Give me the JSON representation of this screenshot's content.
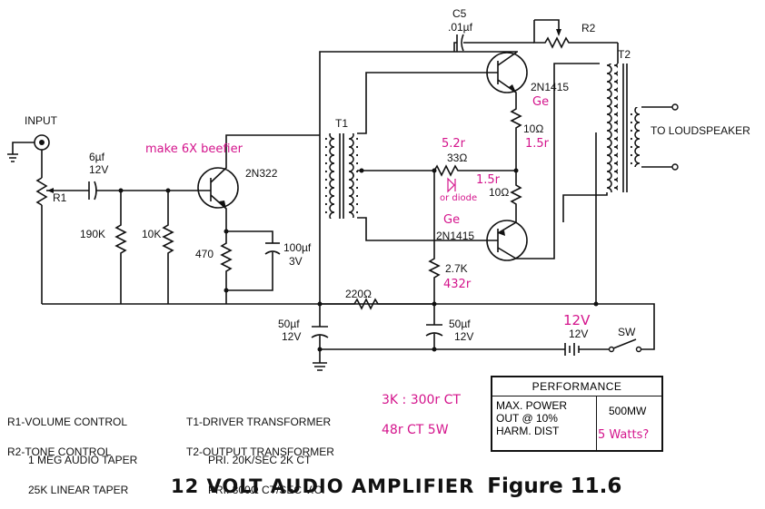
{
  "caption": {
    "title": "12 VOLT AUDIO AMPLIFIER",
    "figure": "Figure 11.6"
  },
  "labels": {
    "input": "INPUT",
    "c5": "C5",
    "c5_value": ".01µf",
    "r2": "R2",
    "t2": "T2",
    "t1": "T1",
    "q_top": "2N1415",
    "q_bottom": "2N1415",
    "q_driver": "2N322",
    "to_loudspeaker": "TO LOUDSPEAKER",
    "cap_in_value": "6µf",
    "cap_in_voltage": "12V",
    "r1": "R1",
    "r_190k": "190K",
    "r_10k": "10K",
    "r_470": "470",
    "cap_emitter_value": "100µf",
    "cap_emitter_voltage": "3V",
    "r_33": "33Ω",
    "r_10_top": "10Ω",
    "r_10_mid": "10Ω",
    "r_2_7k": "2.7K",
    "r_220": "220Ω",
    "cap_50a_value": "50µf",
    "cap_50a_voltage": "12V",
    "cap_50b_value": "50µf",
    "cap_50b_voltage": "12V",
    "battery": "12V",
    "switch": "SW"
  },
  "annotations": {
    "make_beefier": "make 6X beefier",
    "ge_top": "Ge",
    "ge_bottom": "Ge",
    "r10_top_note": "1.5r",
    "r33_note": "5.2r",
    "r10_mid_note": "1.5r",
    "diode_note": "or diode",
    "r_2_7k_note": "432r",
    "battery_note": "12V",
    "t1_note": "3K : 300r CT",
    "t2_note": "48r CT 5W"
  },
  "legend": {
    "r1_title": "R1-VOLUME CONTROL",
    "r1_detail": "1 MEG AUDIO TAPER",
    "r2_title": "R2-TONE CONTROL",
    "r2_detail": "25K LINEAR TAPER",
    "t1_title": "T1-DRIVER TRANSFORMER",
    "t1_detail": "PRI. 20K/SEC 2K CT",
    "t2_title": "T2-OUTPUT TRANSFORMER",
    "t2_detail": "PRI. 300Ω CT/SEC V.C."
  },
  "performance": {
    "header": "PERFORMANCE",
    "line1": "MAX. POWER",
    "line2": "OUT @ 10%",
    "line3": "HARM. DIST",
    "value": "500MW",
    "note": "5 Watts?"
  }
}
